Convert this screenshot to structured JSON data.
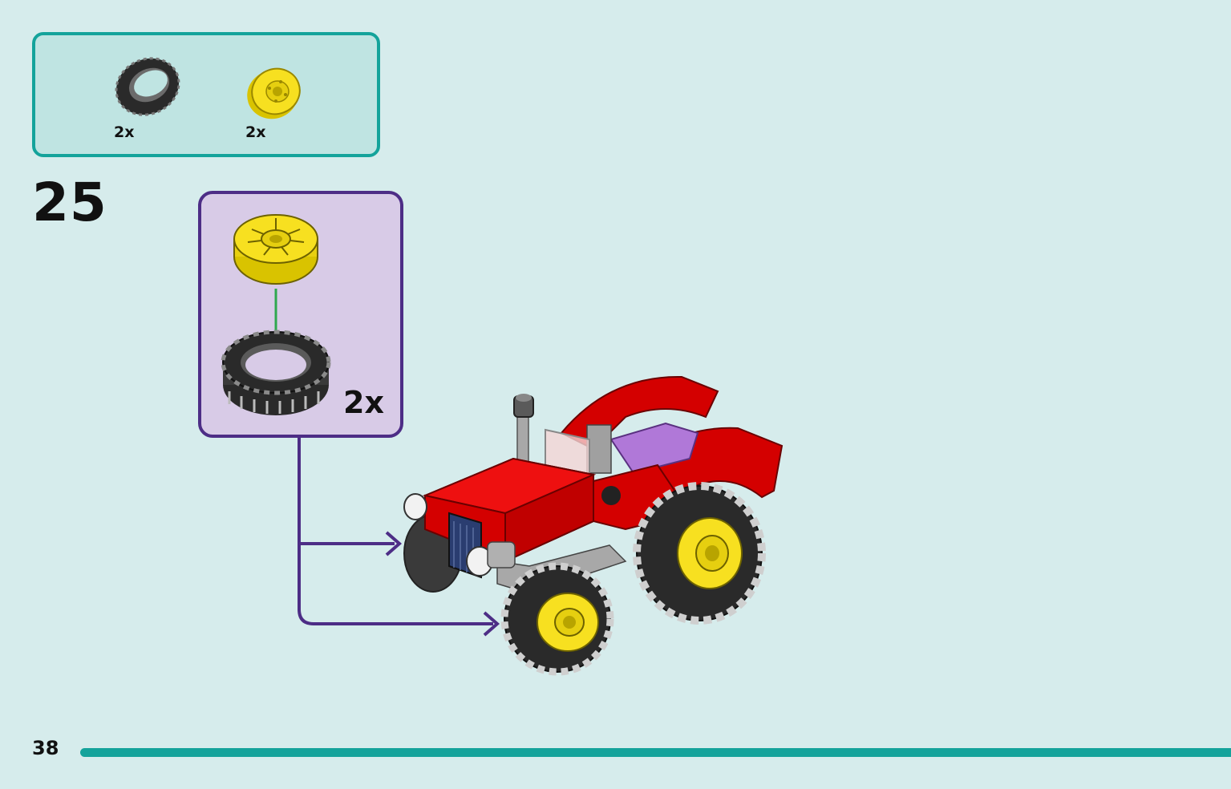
{
  "parts_list": {
    "items": [
      {
        "icon": "tire-icon",
        "qty": "2x"
      },
      {
        "icon": "yellow-rim-icon",
        "qty": "2x"
      }
    ]
  },
  "step": {
    "number": "25",
    "subassembly_qty": "2x"
  },
  "footer": {
    "page_number": "38",
    "progress_color": "#14a39b"
  },
  "colors": {
    "background": "#d6ecec",
    "parts_border": "#14a39b",
    "callout_border": "#4d2d86",
    "callout_fill": "#d8cbe7",
    "tractor_red": "#d40000",
    "rim_yellow": "#f7e020",
    "tire_black": "#2a2a2a",
    "arrow_green": "#2fa84f"
  }
}
